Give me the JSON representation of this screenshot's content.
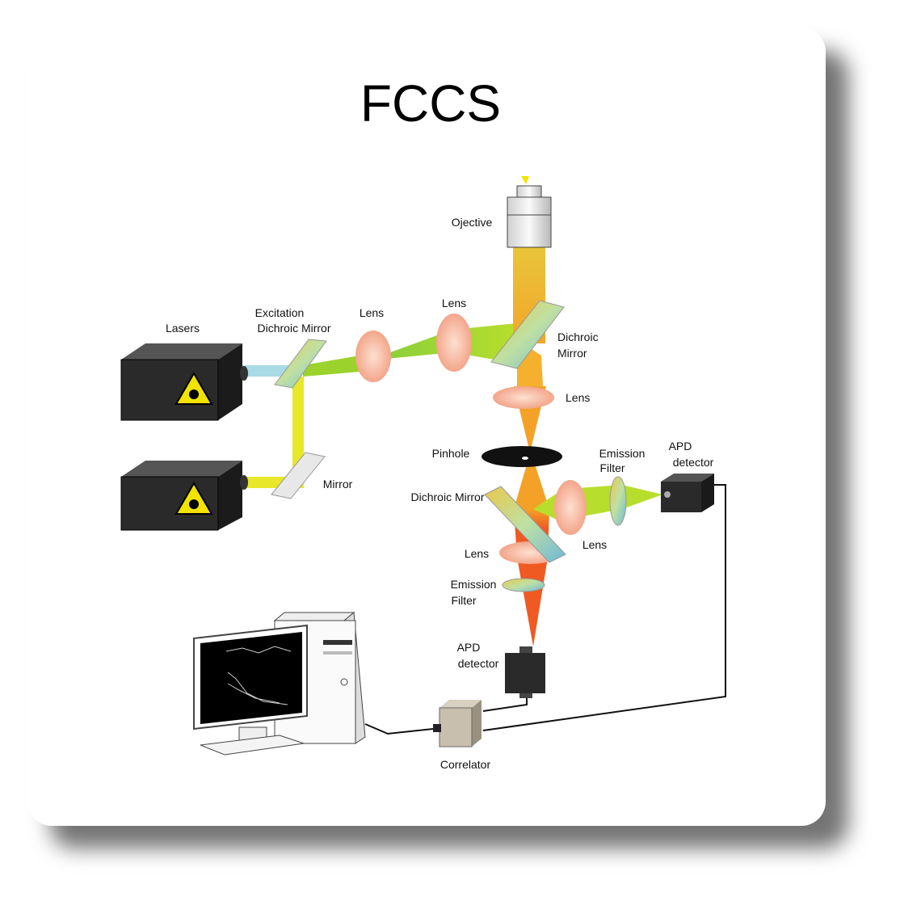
{
  "title": "FCCS",
  "labels": {
    "objective": "Ojective",
    "lasers": "Lasers",
    "excitation_1": "Excitation",
    "excitation_2": "Dichroic Mirror",
    "lens_a": "Lens",
    "lens_b": "Lens",
    "dichroic_top_1": "Dichroic",
    "dichroic_top_2": "Mirror",
    "lens_c": "Lens",
    "pinhole": "Pinhole",
    "emission_right_1": "Emission",
    "emission_right_2": "Filter",
    "apd_right_1": "APD",
    "apd_right_2": "detector",
    "mirror": "Mirror",
    "dichroic_mid": "Dichroic Mirror",
    "lens_d": "Lens",
    "lens_e": "Lens",
    "emission_bottom_1": "Emission",
    "emission_bottom_2": "Filter",
    "apd_bottom_1": "APD",
    "apd_bottom_2": "detector",
    "correlator": "Correlator"
  },
  "colors": {
    "yellow_beam": "#e8e72a",
    "blue_beam": "#a8dbe6",
    "green_beam": "#9bd22c",
    "orange_beam": "#f0a12a",
    "red_beam": "#ef5a23",
    "lens": "#f5a48a",
    "box": "#2a2a2a"
  },
  "icons": [
    "laser-warning-icon",
    "computer-monitor-icon"
  ]
}
